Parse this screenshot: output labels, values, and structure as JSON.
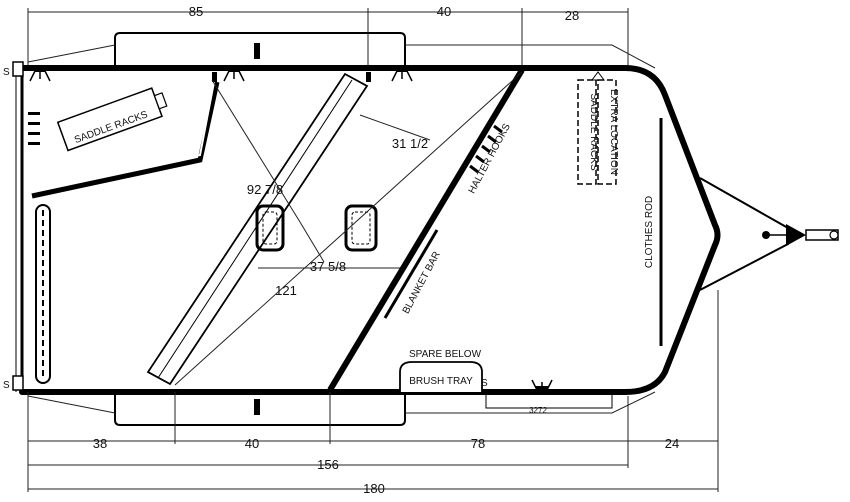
{
  "dimensions": {
    "top_85": "85",
    "top_40": "40",
    "top_28": "28",
    "bottom_38": "38",
    "bottom_40": "40",
    "bottom_78": "78",
    "bottom_24": "24",
    "overall_156": "156",
    "overall_180": "180",
    "diag_31_half": "31 1/2",
    "diag_92_7_8": "92 7/8",
    "width_37_5_8": "37 5/8",
    "diag_121": "121",
    "small_3272": "3272"
  },
  "labels": {
    "saddle_racks": "SADDLE RACKS",
    "saddle_racks_vertical": "SADDLE RACKS",
    "extra_location": "EXTRA LOCATION",
    "halter_hooks": "HALTER HOOKS",
    "clothes_rod": "CLOTHES ROD",
    "blanket_bar": "BLANKET BAR",
    "spare_below": "SPARE BELOW",
    "brush_tray": "BRUSH TRAY",
    "corner_s_top": "S",
    "corner_s_bottom": "S",
    "brush_tray_s": "S"
  }
}
